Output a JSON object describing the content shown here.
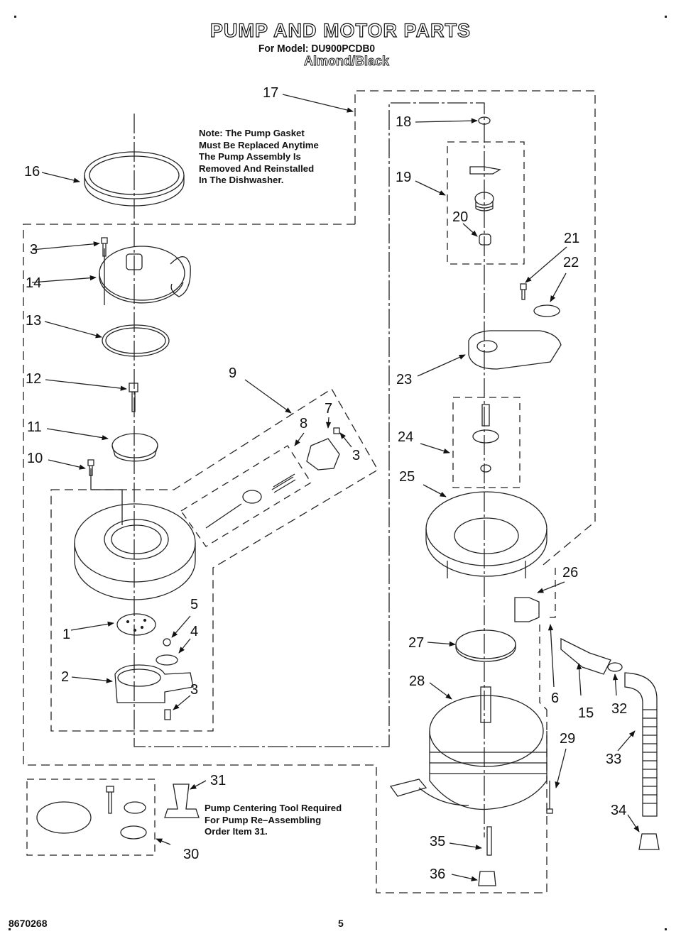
{
  "header": {
    "title": "PUMP AND MOTOR PARTS",
    "model_line": "For Model: DU900PCDB0",
    "finish": "Almond/Black"
  },
  "notes": {
    "gasket_note": [
      "Note: The Pump Gasket",
      "Must Be Replaced Anytime",
      "The Pump Assembly Is",
      "Removed And Reinstalled",
      "In The Dishwasher."
    ],
    "tool_note": [
      "Pump Centering Tool Required",
      "For Pump Re–Assembling",
      "Order Item 31."
    ]
  },
  "callouts": {
    "c1": "1",
    "c2": "2",
    "c3a": "3",
    "c3b": "3",
    "c3c": "3",
    "c4": "4",
    "c5": "5",
    "c6": "6",
    "c7": "7",
    "c8": "8",
    "c9": "9",
    "c10": "10",
    "c11": "11",
    "c12": "12",
    "c13": "13",
    "c14": "14",
    "c15": "15",
    "c16": "16",
    "c17": "17",
    "c18": "18",
    "c19": "19",
    "c20": "20",
    "c21": "21",
    "c22": "22",
    "c23": "23",
    "c24": "24",
    "c25": "25",
    "c26": "26",
    "c27": "27",
    "c28": "28",
    "c29": "29",
    "c30": "30",
    "c31": "31",
    "c32": "32",
    "c33": "33",
    "c34": "34",
    "c35": "35",
    "c36": "36"
  },
  "footer": {
    "doc_code": "8670268",
    "page_number": "5"
  }
}
